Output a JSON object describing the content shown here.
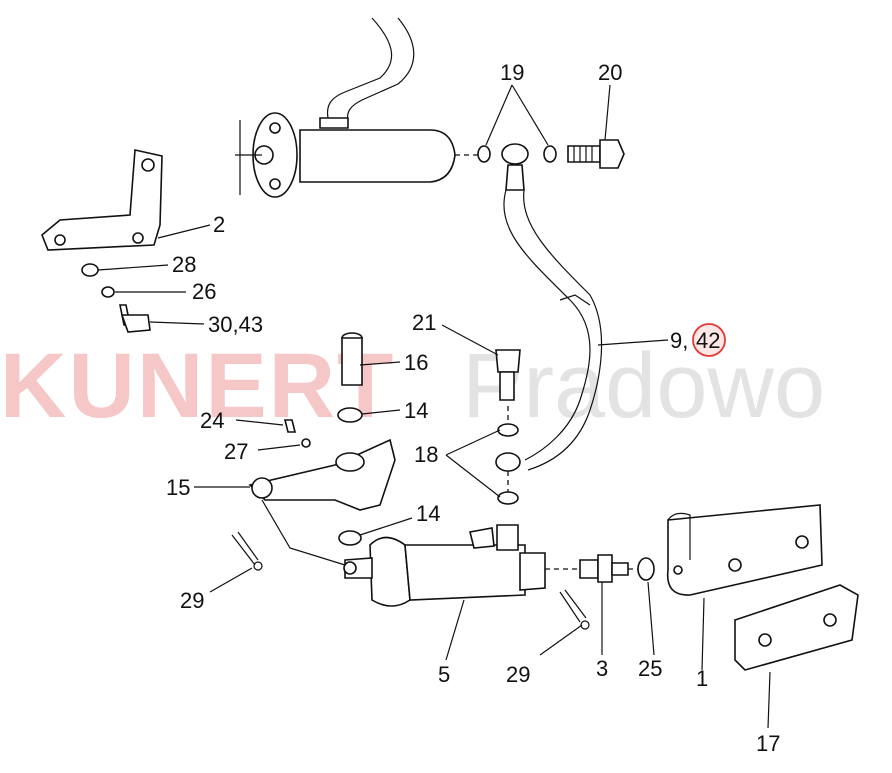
{
  "watermark": {
    "brand_bold": "KUNERT",
    "brand_light": "Pradowo"
  },
  "callouts": {
    "c1": "1",
    "c2": "2",
    "c3": "3",
    "c5": "5",
    "c9_42_prefix": "9,",
    "c9_42_highlight": "42",
    "c14a": "14",
    "c14b": "14",
    "c15": "15",
    "c16": "16",
    "c17": "17",
    "c18": "18",
    "c19": "19",
    "c20": "20",
    "c21": "21",
    "c24": "24",
    "c25": "25",
    "c26": "26",
    "c27": "27",
    "c28": "28",
    "c29a": "29",
    "c29b": "29",
    "c30_43": "30,43"
  },
  "colors": {
    "highlight": "#e53935",
    "watermark_red": "#f6c7c7",
    "watermark_grey": "#e3e3e3",
    "line": "#111111"
  }
}
